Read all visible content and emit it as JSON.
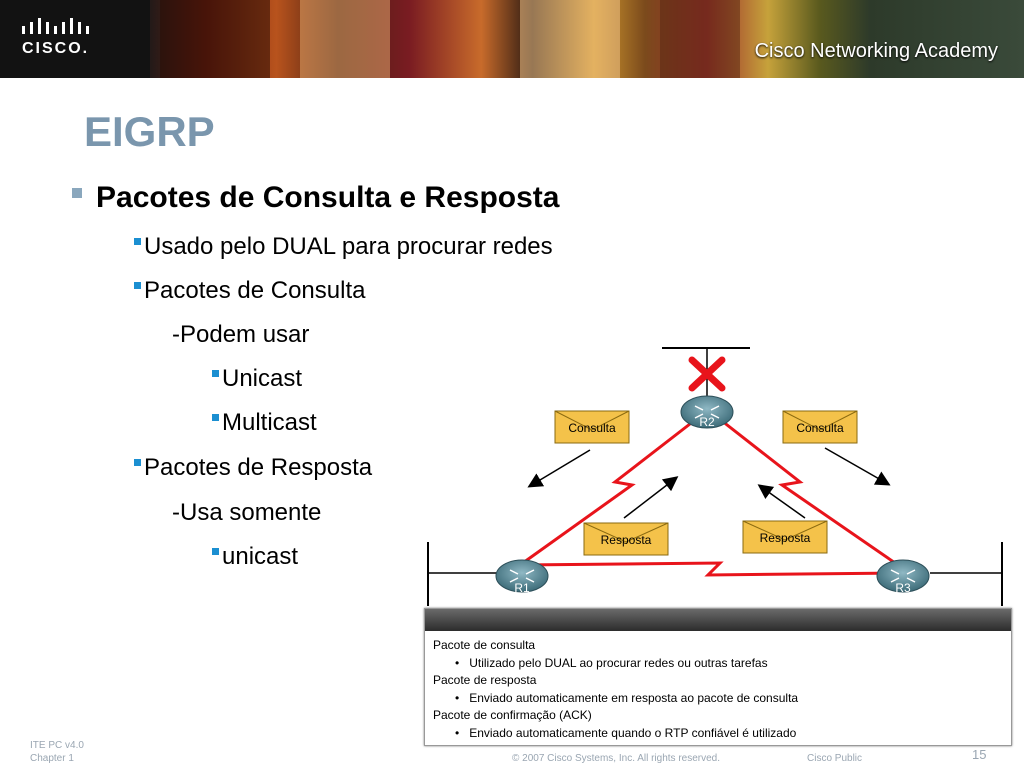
{
  "header": {
    "logo_text": "CISCO.",
    "academy": "Cisco Networking Academy"
  },
  "slide": {
    "title": "EIGRP",
    "heading": "Pacotes de Consulta e Resposta",
    "bullets": [
      "Usado pelo DUAL para procurar redes",
      "Pacotes de Consulta",
      "-Podem usar",
      "Unicast",
      "Multicast",
      "Pacotes de Resposta",
      "-Usa somente",
      "unicast"
    ]
  },
  "diagram": {
    "routers": [
      "R1",
      "R2",
      "R3"
    ],
    "envelopes": {
      "consulta_left": "Consulta",
      "consulta_right": "Consulta",
      "resposta_left": "Resposta",
      "resposta_right": "Resposta"
    },
    "colors": {
      "link": "#e8141b",
      "envelope": "#f4c24a",
      "router": "#4d7c8a"
    },
    "legend": [
      {
        "title": "Pacote de consulta",
        "desc": "Utilizado pelo DUAL ao procurar redes ou outras tarefas"
      },
      {
        "title": "Pacote de resposta",
        "desc": "Enviado automaticamente em resposta ao pacote de consulta"
      },
      {
        "title": "Pacote de confirmação (ACK)",
        "desc": "Enviado automaticamente quando o RTP confiável é utilizado"
      }
    ]
  },
  "footer": {
    "course": "ITE PC v4.0",
    "chapter": "Chapter 1",
    "copyright": "© 2007 Cisco Systems, Inc. All rights reserved.",
    "classification": "Cisco Public",
    "page": "15"
  }
}
